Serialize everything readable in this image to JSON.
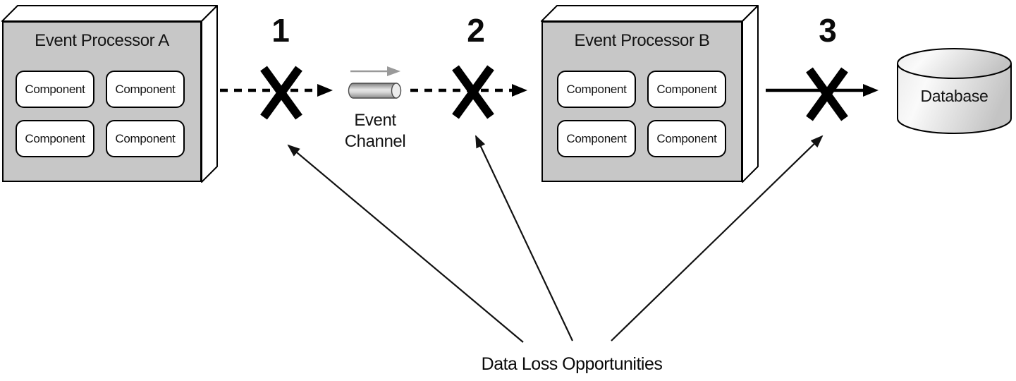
{
  "diagram": {
    "caption": "Data Loss Opportunities",
    "processor_a": {
      "title": "Event Processor A",
      "components": [
        "Component",
        "Component",
        "Component",
        "Component"
      ]
    },
    "processor_b": {
      "title": "Event Processor B",
      "components": [
        "Component",
        "Component",
        "Component",
        "Component"
      ]
    },
    "event_channel": {
      "line1": "Event",
      "line2": "Channel"
    },
    "database_label": "Database",
    "loss_numbers": [
      "1",
      "2",
      "3"
    ],
    "colors": {
      "box_fill": "#c7c7c7",
      "line": "#000000",
      "channel_arrow": "#9a9a9a"
    }
  }
}
